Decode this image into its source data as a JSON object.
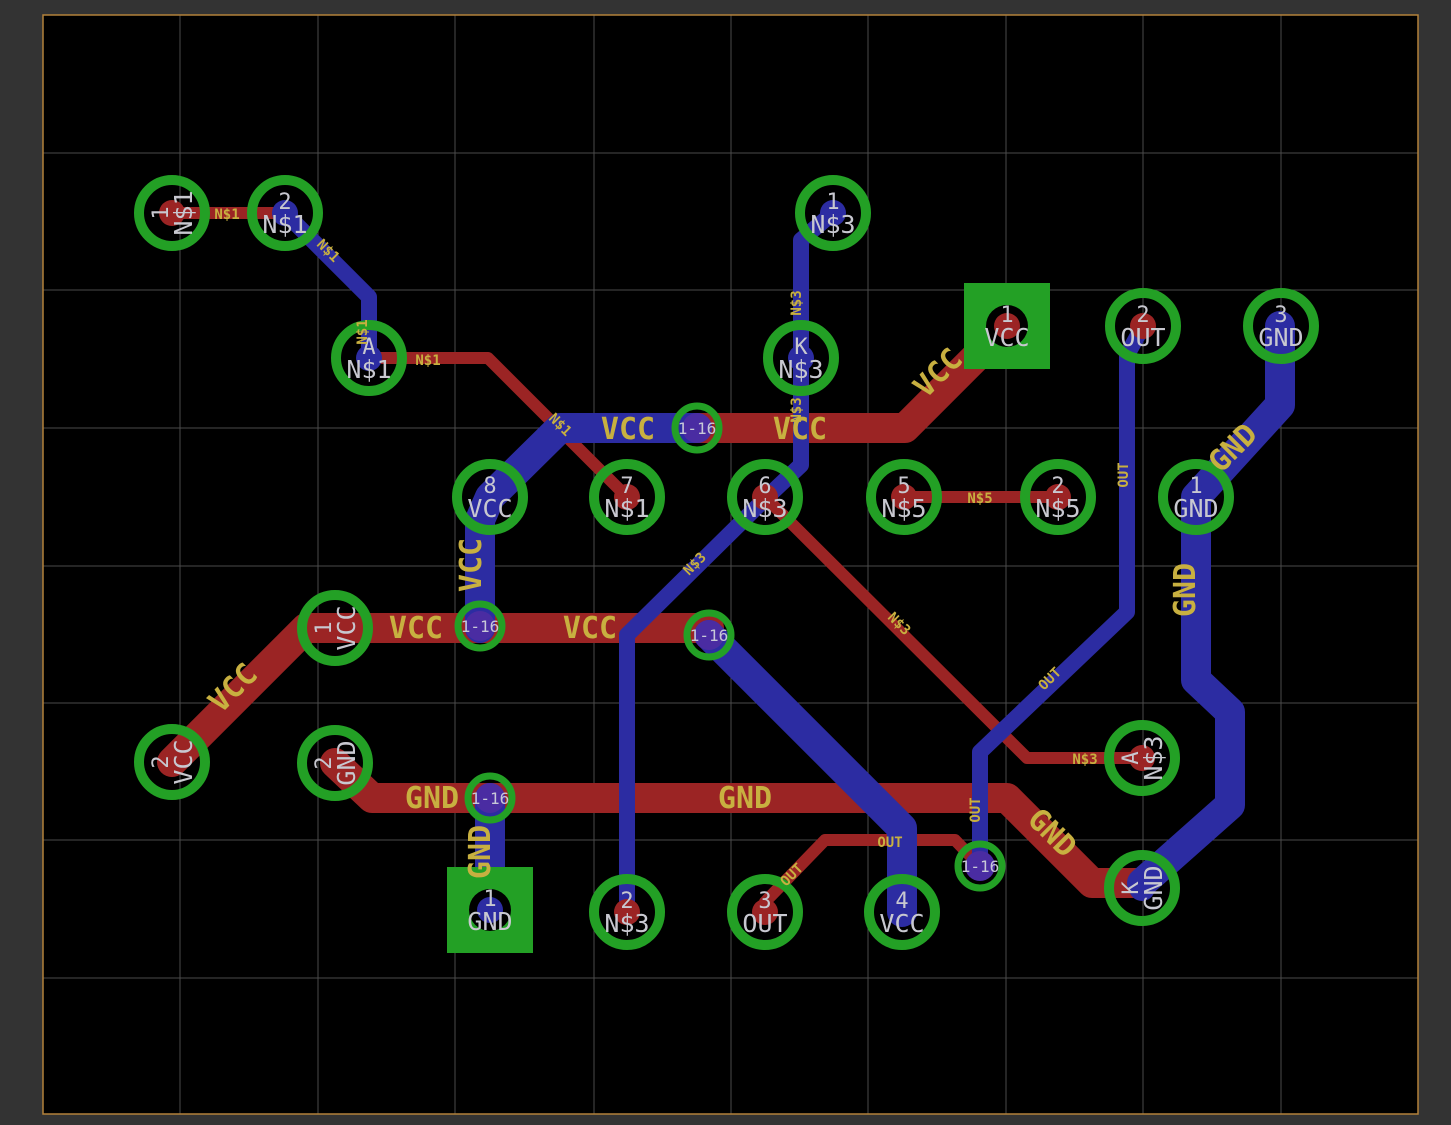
{
  "colors": {
    "background": "#000000",
    "frame": "#333333",
    "grid": "#4a4a4a",
    "board_outline": "#b3813b",
    "top_copper": "#9b2424",
    "bottom_copper": "#2c2ca2",
    "pad_ring": "#23a025",
    "pad_text": "#c8c8d0",
    "trace_label": "#c8b040"
  },
  "vias": [
    {
      "id": "via1",
      "label": "1-16"
    },
    {
      "id": "via2",
      "label": "1-16"
    },
    {
      "id": "via3",
      "label": "1-16"
    },
    {
      "id": "via4",
      "label": "1-16"
    },
    {
      "id": "via5",
      "label": "1-16"
    }
  ],
  "pads": [
    {
      "id": "r1-1",
      "num": "1",
      "net": "N$1"
    },
    {
      "id": "r1-2",
      "num": "2",
      "net": "N$1"
    },
    {
      "id": "led1-a",
      "num": "A",
      "net": "N$1"
    },
    {
      "id": "led2-k",
      "num": "K",
      "net": "N$3"
    },
    {
      "id": "r2-1",
      "num": "1",
      "net": "N$3"
    },
    {
      "id": "ic-8",
      "num": "8",
      "net": "VCC"
    },
    {
      "id": "ic-7",
      "num": "7",
      "net": "N$1"
    },
    {
      "id": "ic-6",
      "num": "6",
      "net": "N$3"
    },
    {
      "id": "ic-5",
      "num": "5",
      "net": "N$5"
    },
    {
      "id": "c2-2",
      "num": "2",
      "net": "N$5"
    },
    {
      "id": "ic-1",
      "num": "1",
      "net": "GND"
    },
    {
      "id": "ic-2",
      "num": "2",
      "net": "N$3"
    },
    {
      "id": "ic-3",
      "num": "3",
      "net": "OUT"
    },
    {
      "id": "ic-4",
      "num": "4",
      "net": "VCC"
    },
    {
      "id": "j1-1",
      "num": "1",
      "net": "VCC"
    },
    {
      "id": "j1-2",
      "num": "2",
      "net": "OUT"
    },
    {
      "id": "j1-3",
      "num": "3",
      "net": "GND"
    },
    {
      "id": "c1-1",
      "num": "1",
      "net": "VCC"
    },
    {
      "id": "c1-2",
      "num": "2",
      "net": "GND"
    },
    {
      "id": "c3-1",
      "num": "1",
      "net": "VCC"
    },
    {
      "id": "c3-2",
      "num": "2",
      "net": "VCC"
    },
    {
      "id": "led2-a",
      "num": "A",
      "net": "N$3"
    },
    {
      "id": "led3-k",
      "num": "K",
      "net": "GND"
    },
    {
      "id": "c4-1",
      "num": "1",
      "net": "GND"
    },
    {
      "id": "r1-extra",
      "num": "1",
      "net": "N$1"
    }
  ],
  "trace_labels": [
    "N$1",
    "N$1",
    "N$1",
    "N$1",
    "N$1",
    "N$3",
    "N$3",
    "N$3",
    "N$3",
    "N$3",
    "N$5",
    "VCC",
    "VCC",
    "VCC",
    "VCC",
    "VCC",
    "VCC",
    "VCC",
    "GND",
    "GND",
    "GND",
    "GND",
    "GND",
    "GND",
    "OUT",
    "OUT",
    "OUT",
    "OUT",
    "OUT"
  ]
}
